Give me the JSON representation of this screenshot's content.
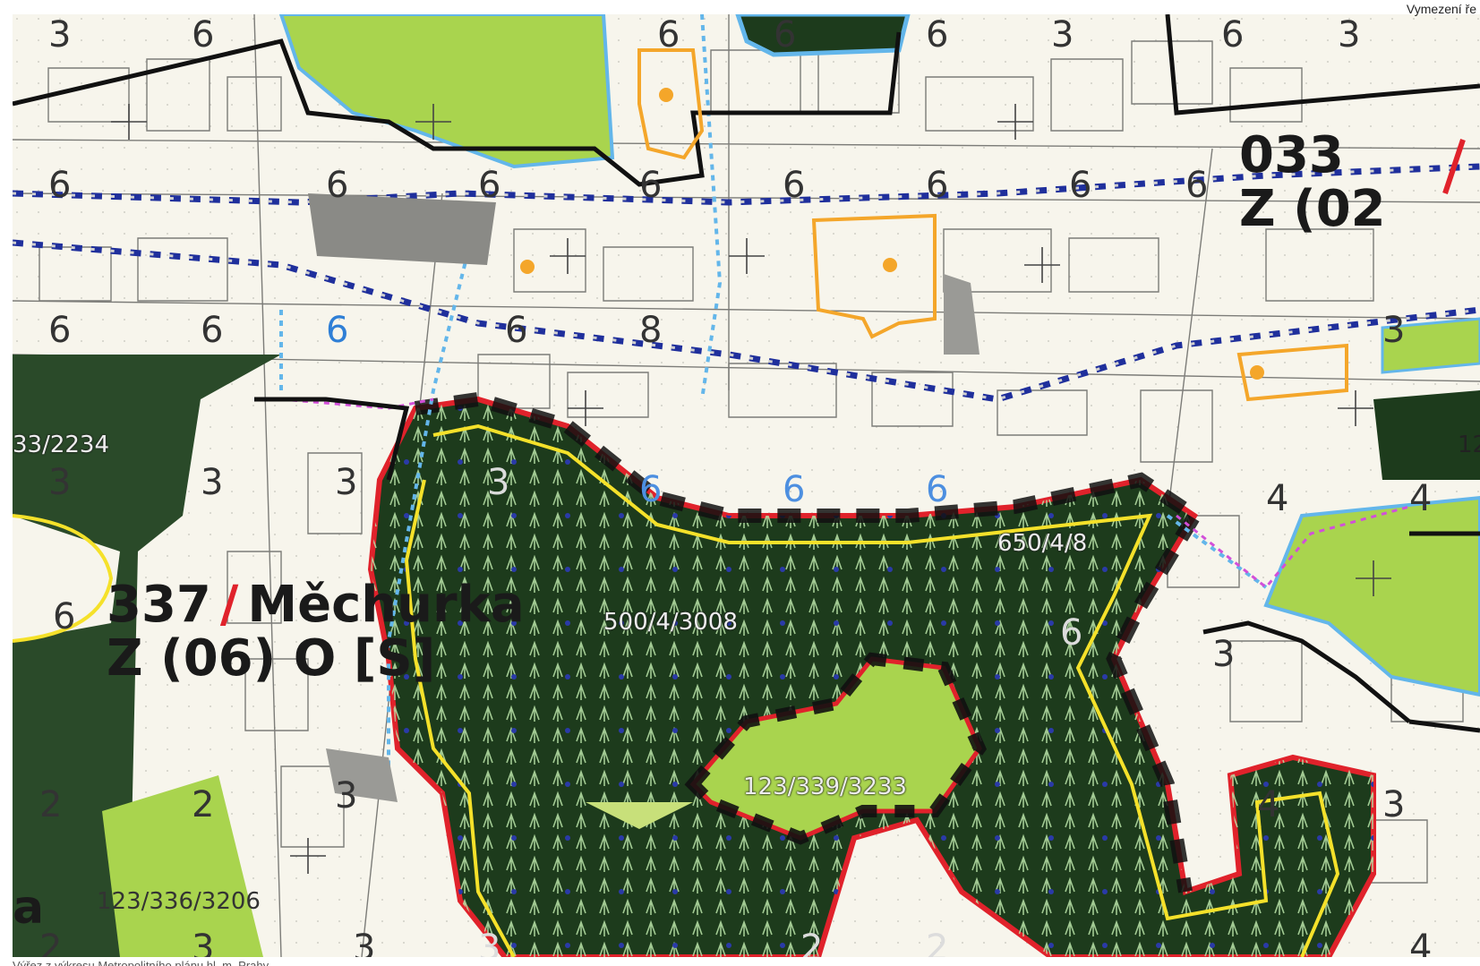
{
  "header": {
    "corner_text": "Vymezení ře"
  },
  "footer": {
    "caption": "Výřez z výkresu Metropolitního plánu hl. m. Prahy"
  },
  "blocks": {
    "mechurka": {
      "number": "337",
      "name": "Měchurka",
      "code": "Z (06) O [S]"
    },
    "block_033": {
      "number": "033",
      "code": "Z (02"
    }
  },
  "parcel_codes": [
    "33/2234",
    "500/4/3008",
    "650/4/8",
    "123/339/3233",
    "123/336/3206",
    "12"
  ],
  "height_codes": [
    "3",
    "6",
    "3",
    "6",
    "6",
    "6",
    "3",
    "6",
    "6",
    "6",
    "6",
    "6",
    "6",
    "6",
    "6",
    "6",
    "6",
    "6",
    "6",
    "6",
    "8",
    "3",
    "3",
    "3",
    "3",
    "3",
    "6",
    "6",
    "6",
    "6",
    "4",
    "4",
    "6",
    "3",
    "3",
    "2",
    "2",
    "3",
    "3",
    "2",
    "2",
    "4",
    "4",
    "3",
    "2",
    "3"
  ],
  "fragment_letter": "a",
  "colors": {
    "forest_dark": "#1d3b1c",
    "meadow_green": "#a9d44e",
    "border_red": "#e0222b",
    "border_yellow": "#f5e12a",
    "blue_dotted": "#1f2f9c",
    "water_blue": "#63b6ea",
    "orange_outline": "#f4a62a",
    "background": "#f7f5ec"
  },
  "icons": [
    "tree-symbol-icon",
    "point-dot-icon",
    "cross-marker-icon"
  ]
}
